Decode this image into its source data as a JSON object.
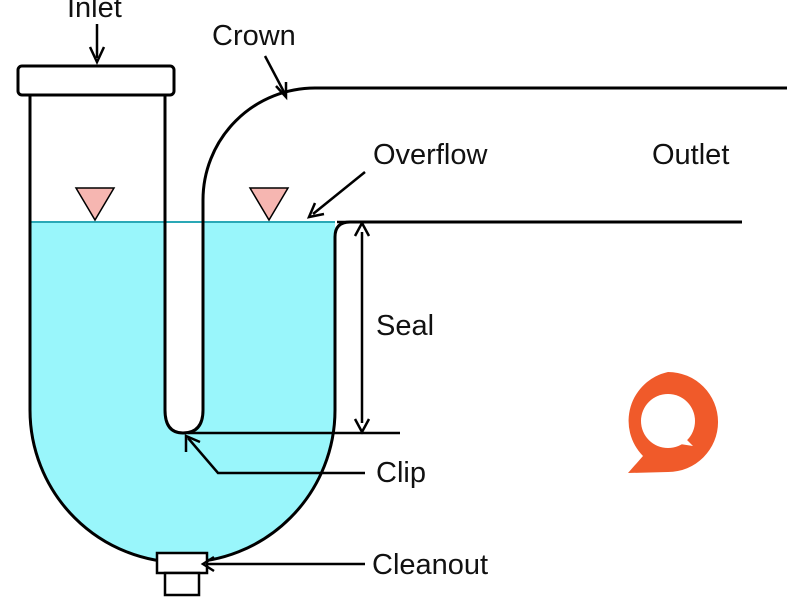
{
  "labels": {
    "inlet": "Inlet",
    "crown": "Crown",
    "overflow": "Overflow",
    "outlet": "Outlet",
    "seal": "Seal",
    "clip": "Clip",
    "cleanout": "Cleanout"
  },
  "icons": {
    "water_level": "triangle-down-icon",
    "logo": "chat-bubble-logo-icon"
  },
  "colors": {
    "water": "#99f6fb",
    "water_surface": "#2aa8b6",
    "level_marker": "#f6b6b1",
    "pipe_outline": "#000000",
    "logo": "#f05a2a"
  }
}
